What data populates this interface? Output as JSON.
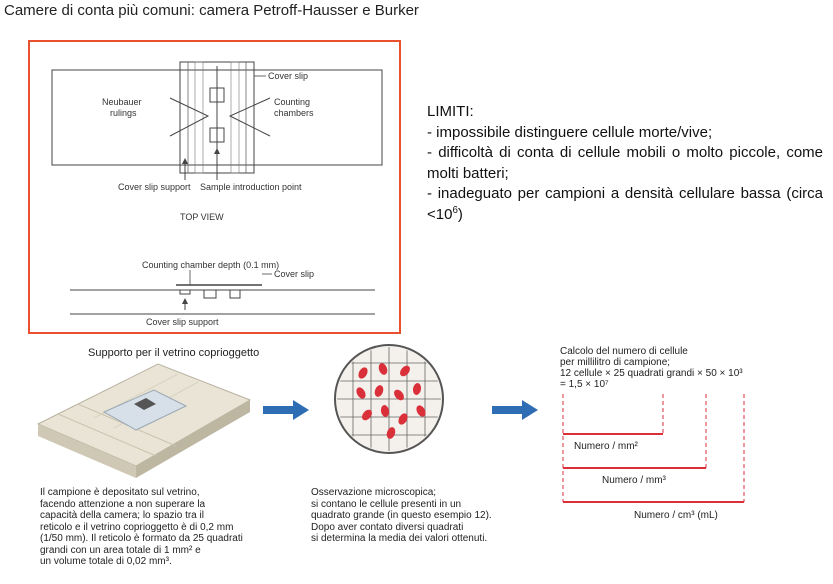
{
  "title": "Camere di conta più comuni: camera Petroff-Hausser e Burker",
  "diagram": {
    "cover_slip": "Cover slip",
    "neubauer_1": "Neubauer",
    "neubauer_2": "rulings",
    "counting_1": "Counting",
    "counting_2": "chambers",
    "cover_slip_support": "Cover slip support",
    "sample_point": "Sample introduction point",
    "top_view": "TOP VIEW",
    "chamber_depth": "Counting chamber depth (0.1 mm)",
    "cover_slip_side": "Cover slip",
    "cover_slip_support_bottom": "Cover slip support"
  },
  "limiti": {
    "heading": "LIMITI:",
    "item1": "- impossibile distinguere cellule morte/vive;",
    "item2": "- difficoltà di conta di cellule mobili o molto piccole, come molti batteri;",
    "item3_text": "- inadeguato per campioni a densità cellulare bassa (circa <10",
    "item3_sup": "6",
    "item3_end": ")"
  },
  "illustration": {
    "support_label": "Supporto per il vetrino coprioggetto",
    "caption_left": [
      "Il campione è depositato sul vetrino,",
      "facendo attenzione a non superare la",
      "capacità della camera; lo spazio tra il",
      "reticolo e il vetrino coprioggetto è di 0,2 mm",
      "(1/50 mm). Il reticolo è formato da 25 quadrati",
      "grandi con un area totale di 1 mm² e",
      "un volume totale di 0,02 mm³."
    ],
    "caption_middle": [
      "Osservazione microscopica;",
      "si contano le cellule presenti in un",
      "quadrato grande (in questo esempio 12).",
      "Dopo aver contato diversi quadrati",
      "si determina la media dei valori ottenuti."
    ],
    "calc_lines": [
      "Calcolo del numero di cellule",
      "per millilitro di campione;",
      "12 cellule × 25 quadrati grandi × 50 × 10³",
      "= 1,5 × 10⁷"
    ],
    "num_mm2": "Numero / mm²",
    "num_mm3": "Numero / mm³",
    "num_cm3": "Numero / cm³ (mL)",
    "arrow_color": "#2e6db4",
    "red_color": "#d9303a"
  }
}
